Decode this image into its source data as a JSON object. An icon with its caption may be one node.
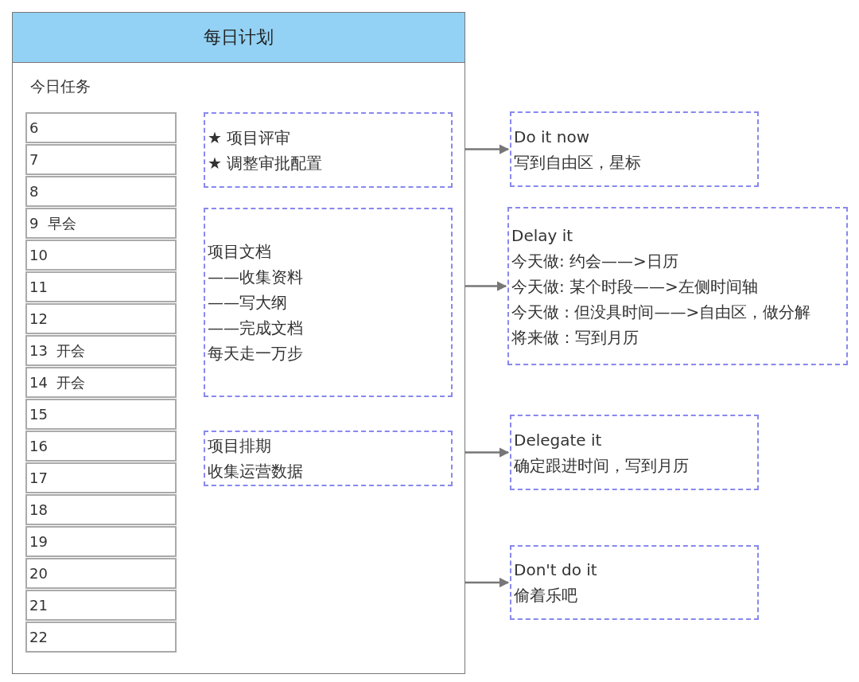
{
  "diagram": {
    "nodes": [
      {
        "text": [
          "每日计划",
          "今日任务"
        ]
      },
      {
        "text": [
          "6"
        ],
        "in": 0
      },
      {
        "text": [
          "7"
        ],
        "in": 0
      },
      {
        "text": [
          "8"
        ],
        "in": 0
      },
      {
        "text": [
          "9  早会"
        ],
        "in": 0
      },
      {
        "text": [
          "10"
        ],
        "in": 0
      },
      {
        "text": [
          "11"
        ],
        "in": 0
      },
      {
        "text": [
          "12"
        ],
        "in": 0
      },
      {
        "text": [
          "13  开会"
        ],
        "in": 0
      },
      {
        "text": [
          "14  开会"
        ],
        "in": 0
      },
      {
        "text": [
          "15"
        ],
        "in": 0
      },
      {
        "text": [
          "16"
        ],
        "in": 0
      },
      {
        "text": [
          "17"
        ],
        "in": 0
      },
      {
        "text": [
          "18"
        ],
        "in": 0
      },
      {
        "text": [
          "19"
        ],
        "in": 0
      },
      {
        "text": [
          "20"
        ],
        "in": 0
      },
      {
        "text": [
          "21"
        ],
        "in": 0
      },
      {
        "text": [
          "22"
        ],
        "in": 0
      },
      {
        "text": [
          "★ 项目评审",
          "★ 调整审批配置"
        ],
        "in": 0
      },
      {
        "text": [
          "项目文档",
          "——收集资料",
          "——写大纲",
          "——完成文档",
          "每天走一万步"
        ],
        "in": 0
      },
      {
        "text": [
          "项目排期",
          "收集运营数据"
        ],
        "in": 0
      },
      {
        "text": [
          "Do it now",
          "写到自由区，星标"
        ]
      },
      {
        "text": [
          "Delay it",
          "今天做: 约会——>日历",
          "今天做: 某个时段——>左侧时间轴",
          "今天做 : 但没具时间——>自由区，做分解",
          "将来做：写到月历"
        ]
      },
      {
        "text": [
          "Delegate it",
          "确定跟进时间，写到月历"
        ]
      },
      {
        "text": [
          "Don't do it",
          "偷着乐吧"
        ]
      }
    ],
    "edges": [
      {
        "from": 0,
        "to": 21,
        "arrow": "to"
      },
      {
        "from": 0,
        "to": 22,
        "arrow": "to"
      },
      {
        "from": 0,
        "to": 23,
        "arrow": "to"
      },
      {
        "from": 0,
        "to": 24,
        "arrow": "to"
      }
    ]
  }
}
